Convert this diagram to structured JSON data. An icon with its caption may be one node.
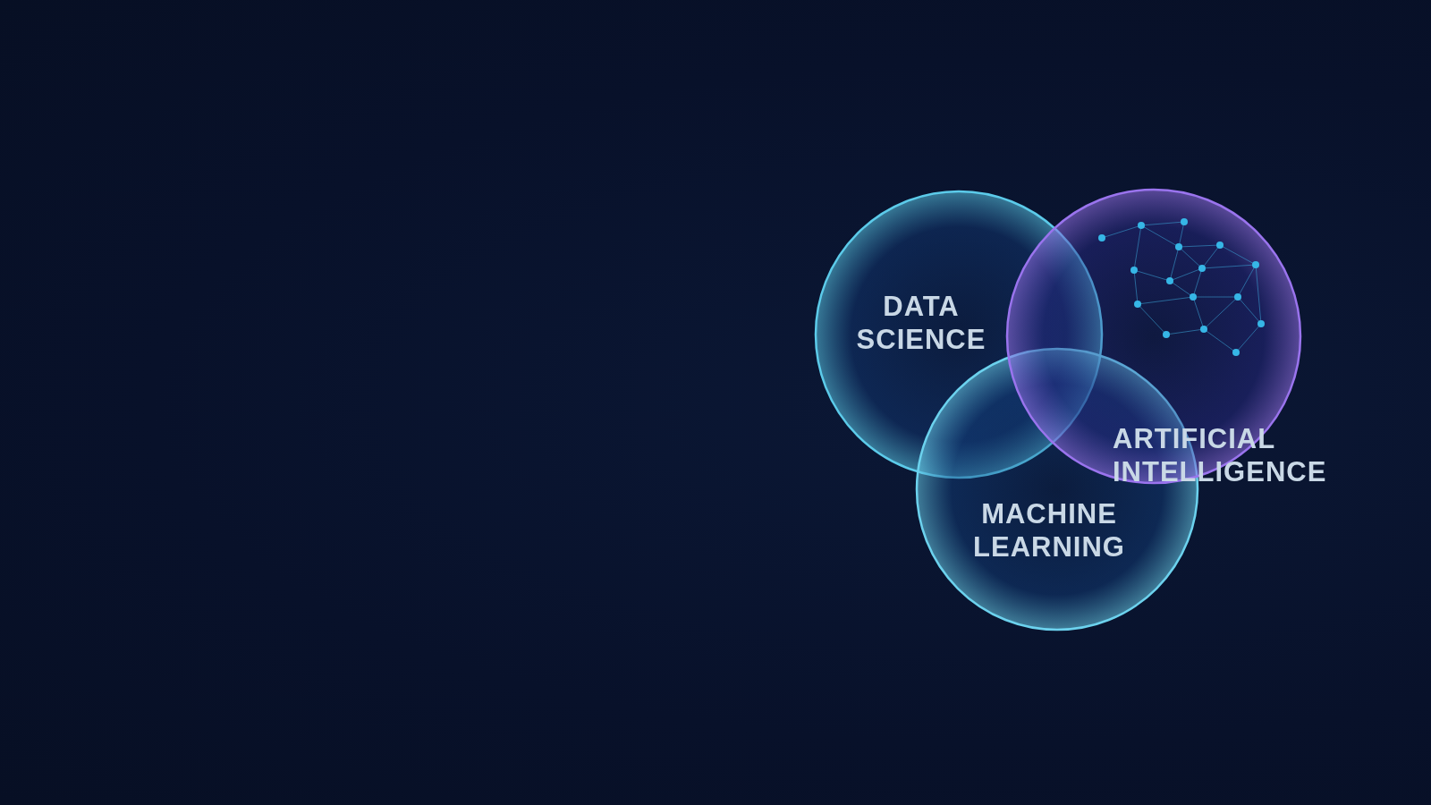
{
  "diagram": {
    "nodes": [
      {
        "text": [
          "DATA SCIENCE"
        ]
      },
      {
        "text": [
          "ARTIFICIAL INTELLIGENCE"
        ]
      },
      {
        "text": [
          "MACHINE LEARNING"
        ]
      }
    ]
  }
}
